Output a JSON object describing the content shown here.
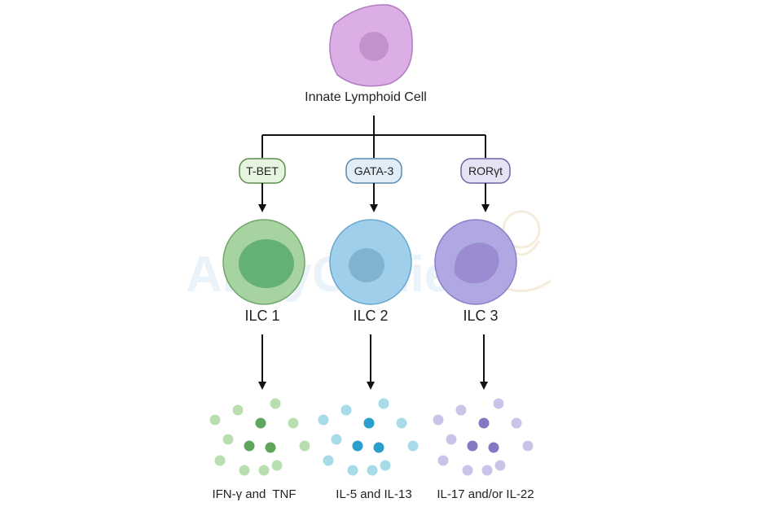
{
  "root": {
    "label": "Innate Lymphoid Cell"
  },
  "branches": [
    {
      "tf": "T-BET",
      "cell": "ILC 1",
      "cytokines": "IFN-γ and  TNF",
      "colors": {
        "tf_fill": "#e6f5df",
        "tf_stroke": "#5a8f4e",
        "cell_outer": "#a6d3a0",
        "cell_stroke": "#6fa56a",
        "nucleus": "#64b077",
        "dot_light": "#b9dfb1",
        "dot_dark": "#5fa65c"
      }
    },
    {
      "tf": "GATA-3",
      "cell": "ILC 2",
      "cytokines": "IL-5 and IL-13",
      "colors": {
        "tf_fill": "#e1eef8",
        "tf_stroke": "#5b88ad",
        "cell_outer": "#9fcfea",
        "cell_stroke": "#6aa7cc",
        "nucleus": "#7fb3cf",
        "dot_light": "#a7dbe8",
        "dot_dark": "#2a9fcc"
      }
    },
    {
      "tf": "RORγt",
      "cell": "ILC 3",
      "cytokines": "IL-17 and/or IL-22",
      "colors": {
        "tf_fill": "#e5e2f4",
        "tf_stroke": "#6b64a4",
        "cell_outer": "#b0a8e2",
        "cell_stroke": "#8a80c6",
        "nucleus": "#9b8bd0",
        "dot_light": "#cbc4ea",
        "dot_dark": "#8677c2"
      }
    }
  ],
  "colors": {
    "root_cell": "#dcaee6",
    "root_stroke": "#b27bc0",
    "root_nucleus": "#c292cc",
    "line": "#111111"
  },
  "watermark": "AbbyGenie"
}
